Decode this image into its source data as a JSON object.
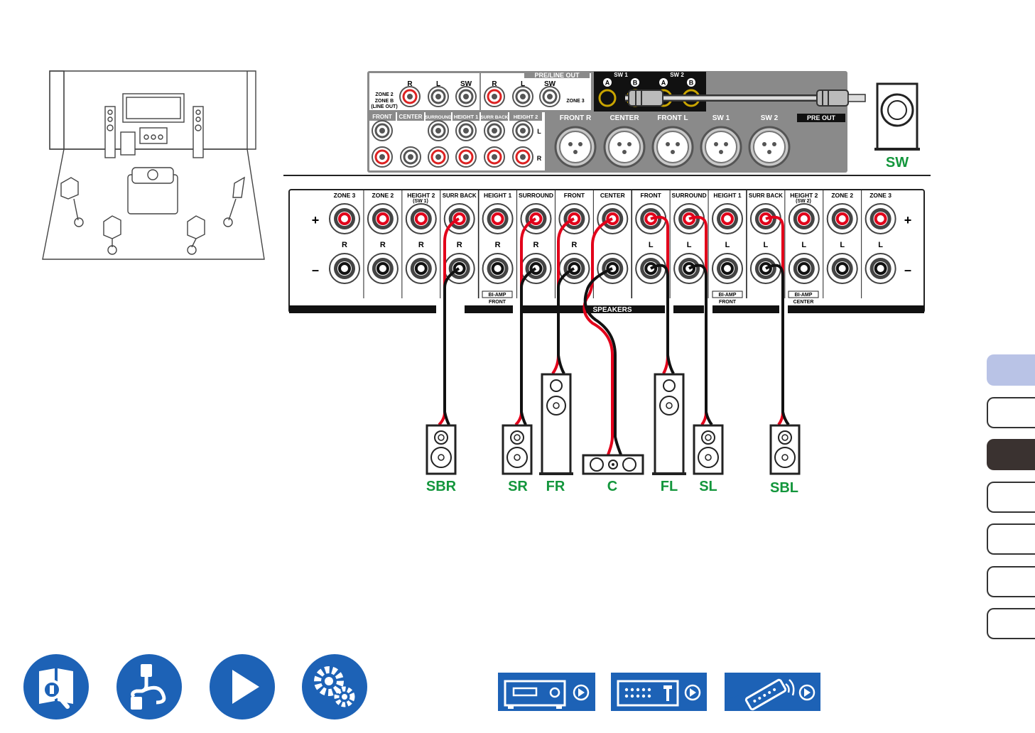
{
  "rear_panel": {
    "preout_top": {
      "pre_line_out": "PRE/LINE OUT",
      "zone2_label": [
        "ZONE 2",
        "ZONE B",
        "(LINE OUT)"
      ],
      "zone3_label": "ZONE 3",
      "group1": [
        "R",
        "L",
        "SW"
      ],
      "group2": [
        "R",
        "L",
        "SW"
      ],
      "sw1": "SW 1",
      "sw2": "SW 2",
      "a": "A",
      "b": "B"
    },
    "preout_bottom": {
      "rca_labels": [
        "FRONT",
        "CENTER",
        "SURROUND",
        "HEIGHT 1",
        "SURR BACK",
        "HEIGHT 2"
      ],
      "side_L": "L",
      "side_R": "R",
      "xlr_labels": [
        "FRONT R",
        "CENTER",
        "FRONT L",
        "SW 1",
        "SW 2"
      ],
      "pre_out": "PRE OUT"
    },
    "speakers": {
      "columns": [
        "ZONE 3",
        "ZONE 2",
        "HEIGHT 2",
        "SURR BACK",
        "HEIGHT 1",
        "SURROUND",
        "FRONT",
        "CENTER",
        "FRONT",
        "SURROUND",
        "HEIGHT 1",
        "SURR BACK",
        "HEIGHT 2",
        "ZONE 2",
        "ZONE 3"
      ],
      "sub_sw1": "(SW 1)",
      "sub_sw2": "(SW 2)",
      "sides": [
        "R",
        "R",
        "R",
        "R",
        "R",
        "R",
        "R",
        "",
        "L",
        "L",
        "L",
        "L",
        "L",
        "L",
        "L"
      ],
      "plus": "+",
      "minus": "–",
      "biamp": "BI-AMP",
      "biamp_front": "FRONT",
      "biamp_center": "CENTER",
      "speakers_label": "SPEAKERS"
    }
  },
  "speaker_labels": {
    "SW": "SW",
    "SBR": "SBR",
    "SR": "SR",
    "FR": "FR",
    "C": "C",
    "FL": "FL",
    "SL": "SL",
    "SBL": "SBL"
  },
  "colors": {
    "label_green": "#13963c",
    "cable_red": "#e2001a",
    "nav_blue": "#1d62b6",
    "tab_active": "#b9c3e6",
    "tab_dark": "#3a3230",
    "panel_gray": "#8a8a8a"
  },
  "side_tabs": [
    "",
    "",
    "",
    "",
    "",
    "",
    ""
  ],
  "bottom_nav": {
    "icons": [
      "manual-search-icon",
      "connection-cable-icon",
      "play-icon",
      "settings-gear-icon"
    ],
    "devices": [
      "front-panel-icon",
      "rear-panel-icon",
      "remote-control-icon"
    ]
  }
}
